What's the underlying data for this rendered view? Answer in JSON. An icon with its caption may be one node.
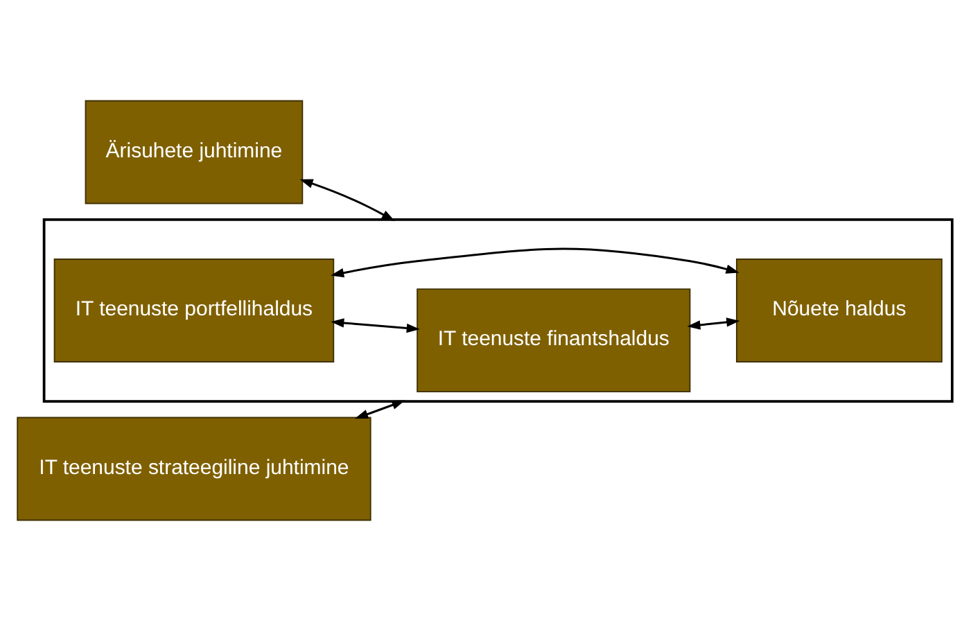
{
  "diagram": {
    "nodes": [
      {
        "text": [
          "Ärisuhete juhtimine"
        ]
      },
      {
        "text": [],
        "shape": "box"
      },
      {
        "text": [
          "IT teenuste finantshaldus"
        ],
        "in": 1
      },
      {
        "text": [
          "IT teenuste strateegiline juhtimine"
        ]
      },
      {
        "text": [
          "IT teenuste portfellihaldus"
        ],
        "in": 1
      },
      {
        "text": [
          "Nõuete haldus"
        ],
        "in": 1
      }
    ],
    "edges": [
      {
        "from": 0,
        "to": 1,
        "arrow": "both"
      },
      {
        "from": 3,
        "to": 1,
        "arrow": "both"
      },
      {
        "from": 4,
        "to": 2,
        "arrow": "both"
      },
      {
        "from": 2,
        "to": 5,
        "arrow": "both"
      },
      {
        "from": 4,
        "to": 5,
        "arrow": "both"
      }
    ]
  }
}
